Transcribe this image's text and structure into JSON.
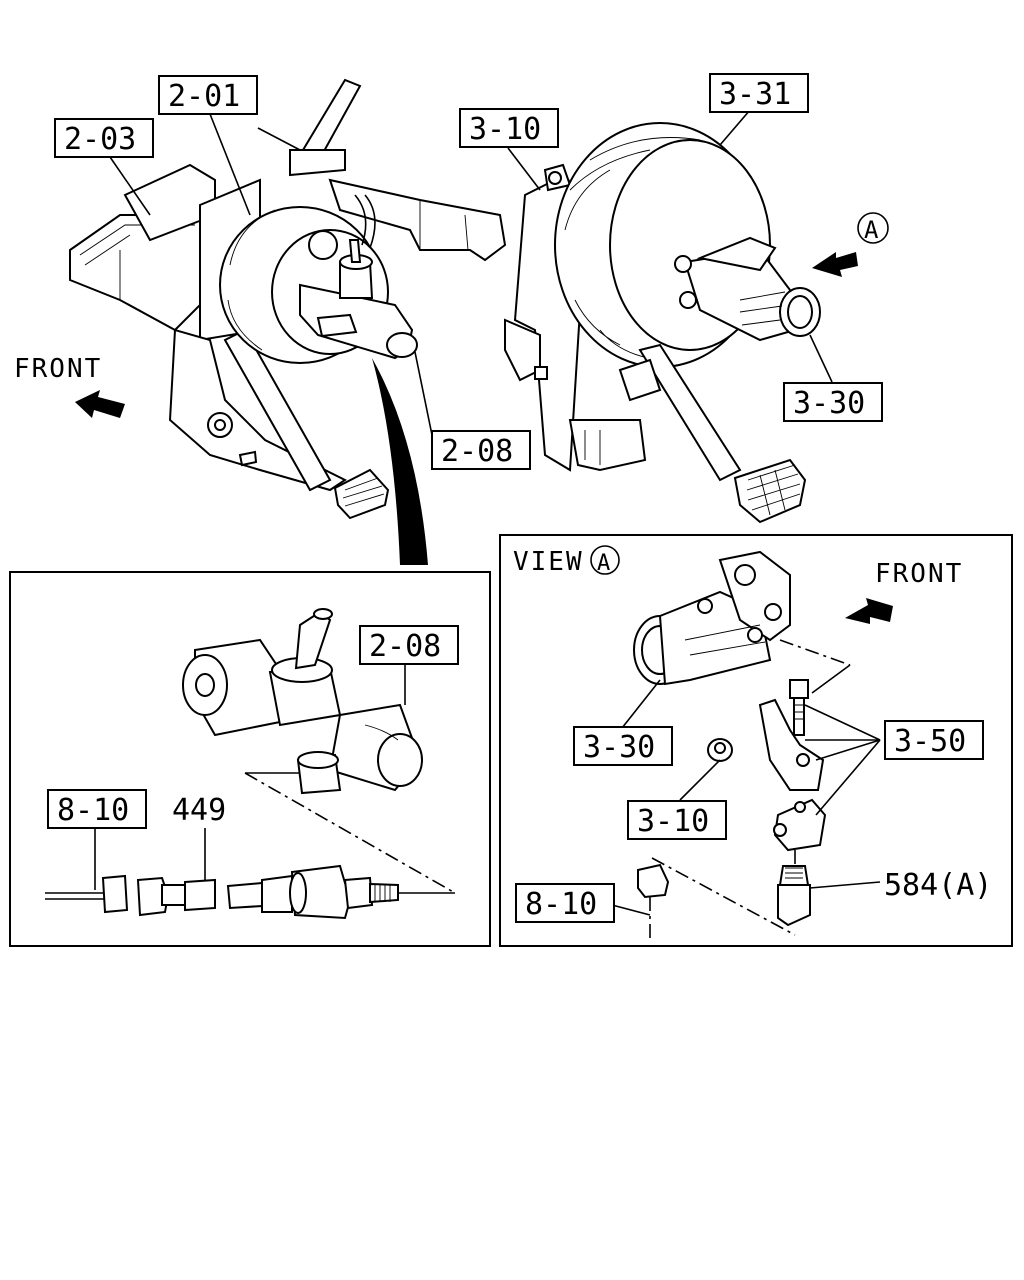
{
  "labels": {
    "top_left_pedal": "2-03",
    "top_booster_left": "2-01",
    "top_master_cyl_left": "2-08",
    "top_bracket_right": "3-10",
    "top_booster_right": "3-31",
    "top_master_cyl_right": "3-30",
    "inset_left_master_cyl": "2-08",
    "inset_left_harness": "8-10",
    "inset_left_switch": "449",
    "inset_right_master_cyl": "3-30",
    "inset_right_bracket_parts": "3-50",
    "inset_right_nut": "3-10",
    "inset_right_harness": "8-10",
    "inset_right_switch": "584(A)"
  },
  "direction": {
    "front_left": "FRONT",
    "front_right": "FRONT"
  },
  "view": {
    "prefix": "VIEW",
    "letter": "A",
    "callout_letter": "A"
  },
  "colors": {
    "ink": "#000000",
    "paper": "#ffffff"
  }
}
